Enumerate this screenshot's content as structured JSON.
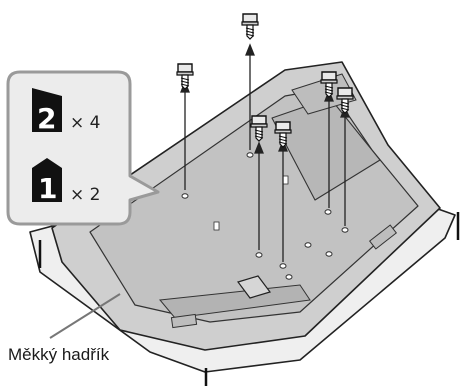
{
  "legend": {
    "items": [
      {
        "badge": "2",
        "quantity": "× 4",
        "icon": "screw-type-2-icon"
      },
      {
        "badge": "1",
        "quantity": "× 2",
        "icon": "screw-type-1-icon"
      }
    ]
  },
  "labels": {
    "soft_cloth": "Měkký hadřík"
  },
  "colors": {
    "panel_fill": "#c9c9c9",
    "panel_dark": "#a9a9a9",
    "cloth_fill": "#efefef",
    "legend_bg": "#ececec",
    "legend_border": "#9a9a9a",
    "badge_fill": "#111111"
  }
}
